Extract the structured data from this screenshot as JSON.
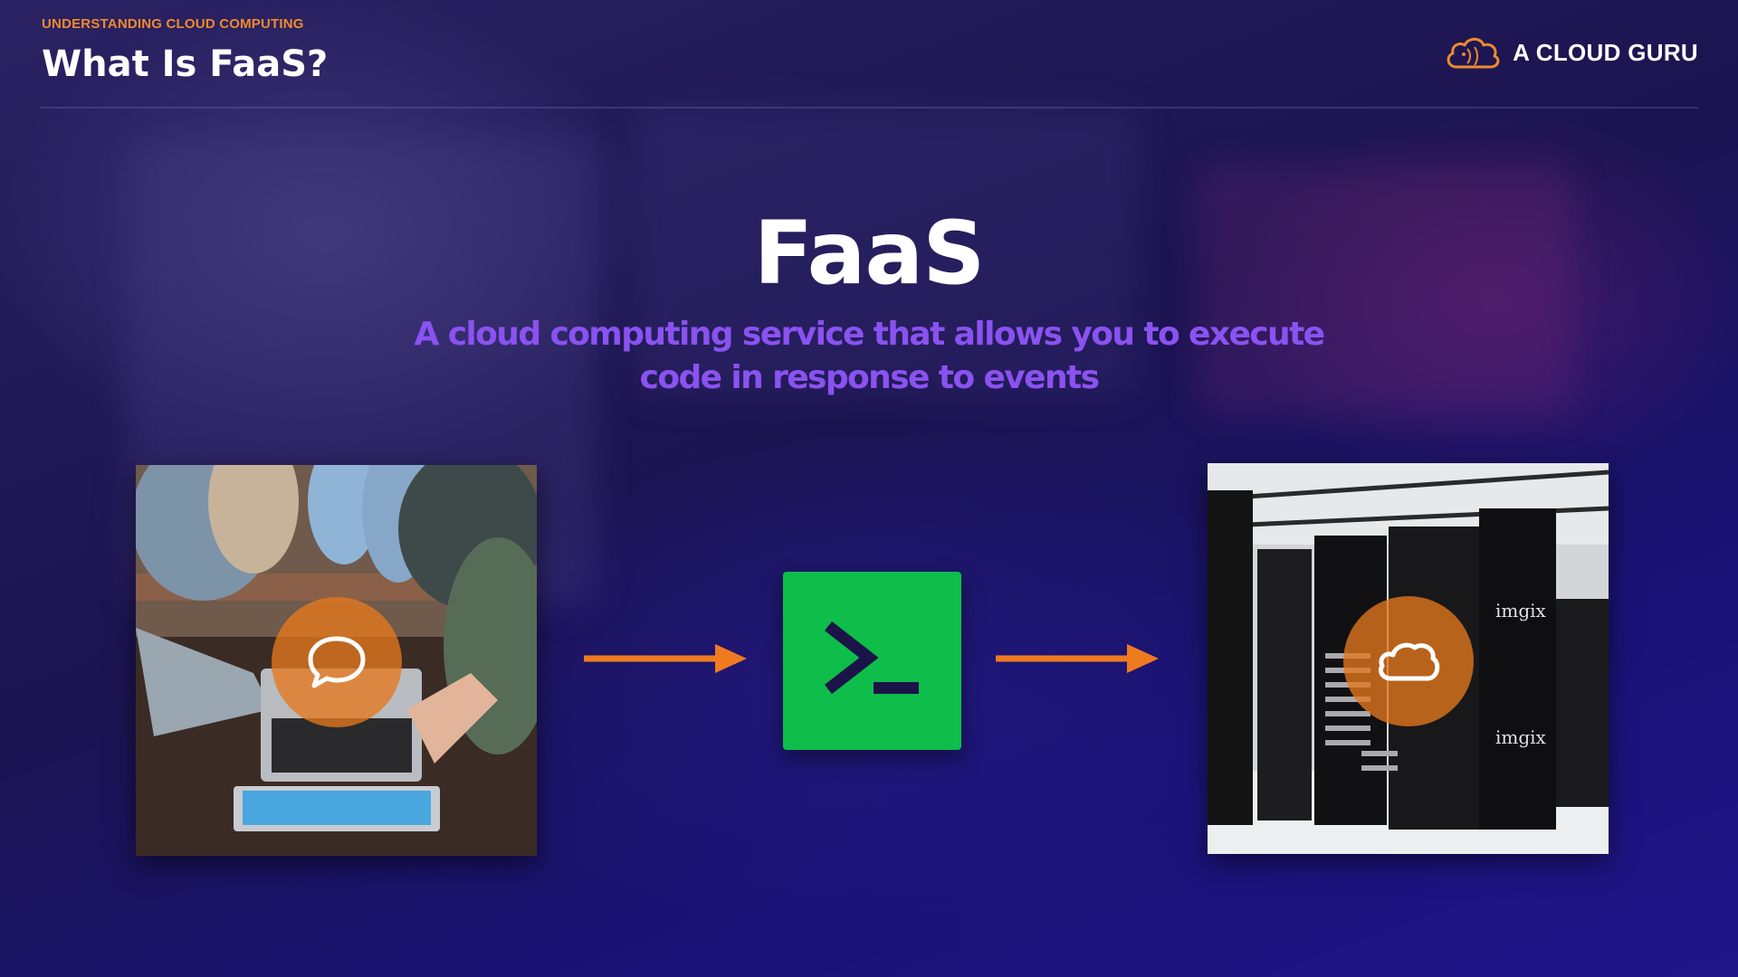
{
  "header": {
    "subtitle": "UNDERSTANDING CLOUD COMPUTING",
    "title": "What Is FaaS?"
  },
  "brand": {
    "name": "A CLOUD GURU",
    "icon": "cloud-logo-icon"
  },
  "hero": {
    "title": "FaaS",
    "description": "A cloud computing service that allows you to execute code in response to events"
  },
  "diagram": {
    "left_icon": "chat-bubble-icon",
    "middle_icon": "terminal-icon",
    "right_icon": "cloud-icon",
    "server_label_1": "imgix",
    "server_label_2": "imgix"
  },
  "colors": {
    "accent_orange": "#f08a2c",
    "accent_purple": "#8a52f0",
    "terminal_green": "#0fbd4a",
    "background": "#1a1448"
  }
}
